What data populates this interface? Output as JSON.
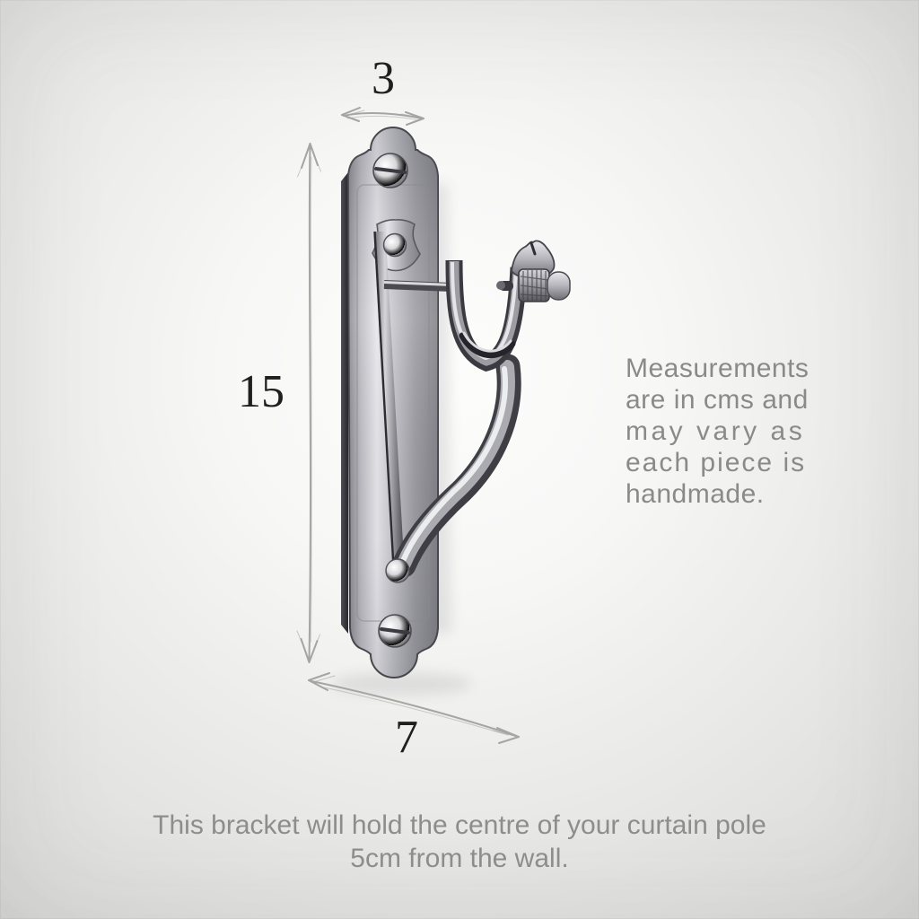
{
  "dimensions": {
    "width": "3",
    "height": "15",
    "depth": "7"
  },
  "note": {
    "lines": [
      "Measurements",
      "are in cms and",
      "may vary as",
      "each piece is",
      "handmade."
    ]
  },
  "caption": {
    "lines": [
      "This bracket will hold the centre of your curtain pole",
      "5cm from the wall."
    ]
  },
  "icons": {
    "width_arrow": "double-headed-horizontal-sketch-arrow",
    "height_arrow": "double-headed-vertical-sketch-arrow",
    "depth_arrow": "double-headed-diagonal-sketch-arrow"
  },
  "illustration": {
    "subject": "chrome curtain pole centre bracket with back plate, cradle cup and thumb screw"
  },
  "colors": {
    "background_center": "#fdfdfc",
    "background_edge": "#d7d7d5",
    "dimension_text": "#1f1f1d",
    "note_text": "#8a8a88",
    "caption_text": "#8d8d8b",
    "arrow": "#a5a5a1",
    "chrome_highlight": "#eeeef2",
    "chrome_mid": "#a6a6ac",
    "chrome_dark": "#3a3a40"
  }
}
